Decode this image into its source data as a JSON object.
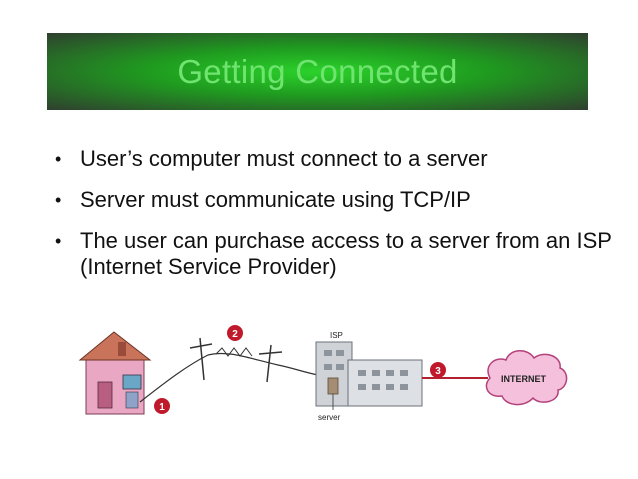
{
  "slide": {
    "title": "Getting Connected",
    "bullets": [
      "User’s computer must connect to a server",
      "Server must communicate using TCP/IP",
      "The user can purchase access to a server from an ISP (Internet Service Provider)"
    ]
  },
  "diagram": {
    "step_numbers": [
      "1",
      "2",
      "3"
    ],
    "isp_label": "ISP",
    "server_label": "server",
    "internet_label": "INTERNET"
  },
  "colors": {
    "title_text": "#6fe56f",
    "title_bg_center": "#2bd22b",
    "title_bg_edge": "#2f3f2f",
    "step_circle": "#c0192b",
    "internet_cloud": "#f4c0dc"
  }
}
